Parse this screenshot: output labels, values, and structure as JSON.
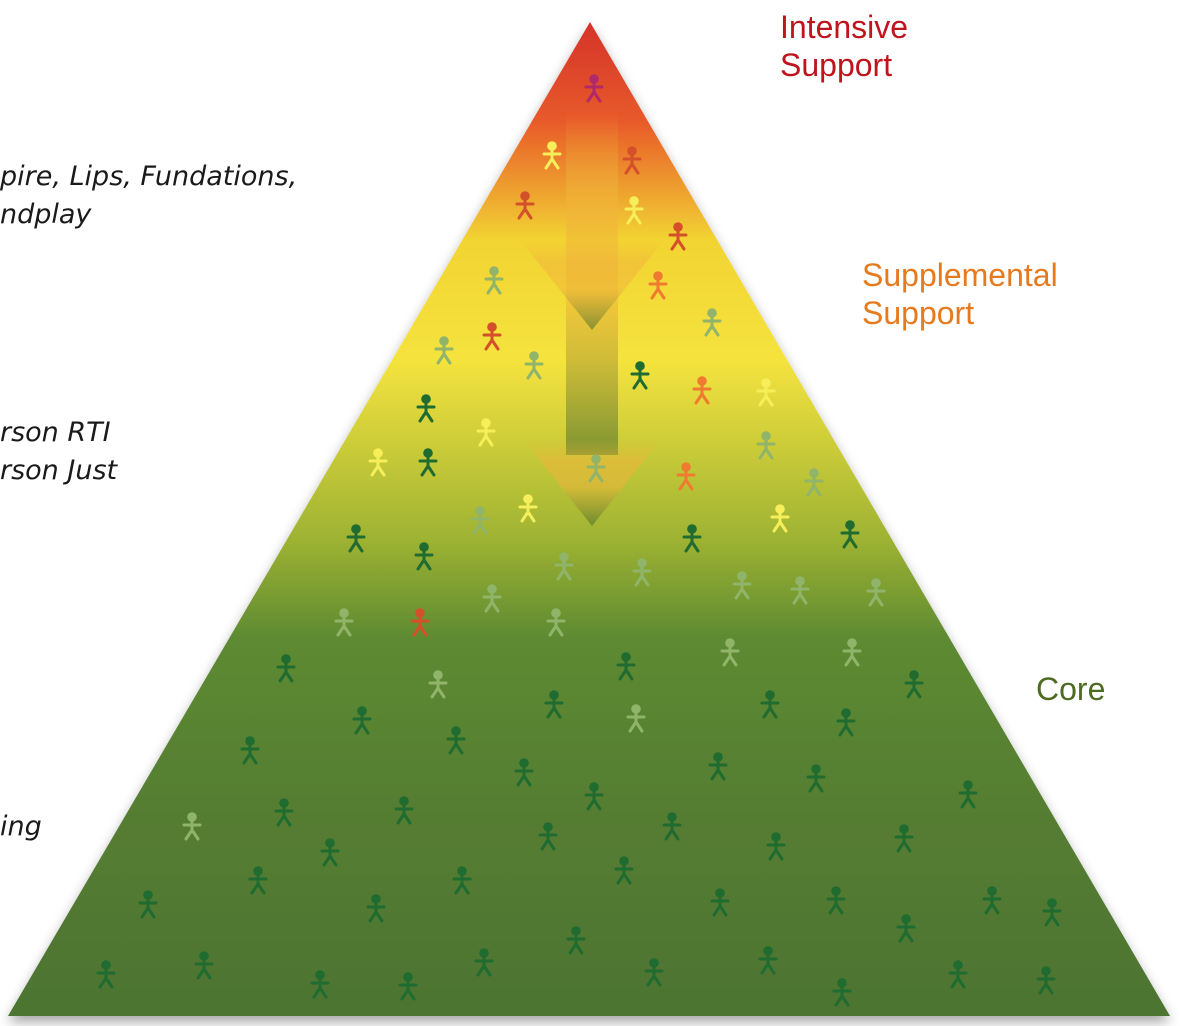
{
  "left_text": {
    "block1": [
      "pire, Lips, Fundations,",
      "ndplay"
    ],
    "block2": [
      "rson RTI",
      "rson Just"
    ],
    "block3": [
      "ing"
    ]
  },
  "tiers": [
    {
      "id": "intensive",
      "lines": [
        "Intensive",
        "Support"
      ],
      "color": "#c0141d"
    },
    {
      "id": "supplemental",
      "lines": [
        "Supplemental",
        "Support"
      ],
      "color": "#e67a1e"
    },
    {
      "id": "core",
      "lines": [
        "Core"
      ],
      "color": "#4e6b22"
    }
  ],
  "pyramid": {
    "gradient": [
      "#d4332a",
      "#e85a2a",
      "#f2d432",
      "#f5e33e",
      "#9eb333",
      "#5d8a30",
      "#557d32",
      "#4d7430"
    ],
    "arrow_color": "#f0b43a",
    "figure_colors": {
      "dark": "#1f6b30",
      "pale": "#8fb46a",
      "yellow": "#f6ef5a",
      "orange": "#f07a30",
      "red": "#d4502a",
      "magenta": "#b02a6a"
    }
  }
}
